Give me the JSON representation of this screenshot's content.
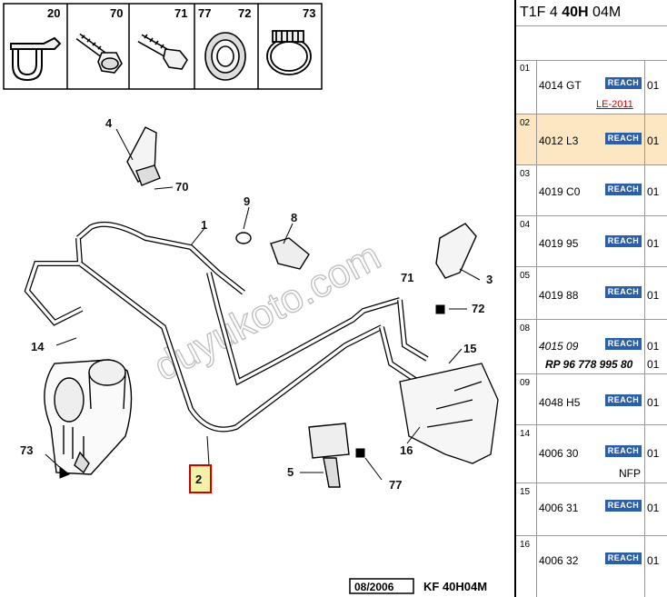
{
  "header": {
    "part1": "T1F 4 ",
    "part2": "40H",
    "part3": " 04M"
  },
  "strip": [
    {
      "num": "20",
      "icon": "clip-icon"
    },
    {
      "num": "70",
      "icon": "bolt-icon"
    },
    {
      "num": "71",
      "icon": "screw-icon"
    },
    {
      "num": "77",
      "icon": ""
    },
    {
      "num": "72",
      "icon": "seal-ring-icon"
    },
    {
      "num": "73",
      "icon": "hose-clamp-icon"
    }
  ],
  "callouts": {
    "c1": "1",
    "c2": "2",
    "c3": "3",
    "c4": "4",
    "c5": "5",
    "c8": "8",
    "c9": "9",
    "c14": "14",
    "c15": "15",
    "c16": "16",
    "c70": "70",
    "c71": "71",
    "c72": "72",
    "c73": "73",
    "c77": "77"
  },
  "highlight_color": "#cc0000",
  "watermark": "duyukoto.com",
  "footer": {
    "date": "08/2006",
    "code": "KF 40H04M"
  },
  "parts": [
    {
      "idx": "01",
      "ref": "4014 GT",
      "badge": "REACH",
      "qty": "01",
      "extra": "LE-2011"
    },
    {
      "idx": "02",
      "ref": "4012 L3",
      "badge": "REACH",
      "qty": "01",
      "selected": true
    },
    {
      "idx": "03",
      "ref": "4019 C0",
      "badge": "REACH",
      "qty": "01"
    },
    {
      "idx": "04",
      "ref": "4019 95",
      "badge": "REACH",
      "qty": "01"
    },
    {
      "idx": "05",
      "ref": "4019 88",
      "badge": "REACH",
      "qty": "01"
    },
    {
      "idx": "08",
      "ref": "4015 09",
      "badge": "REACH",
      "qty": "01",
      "extra": "RP 96 778 995 80",
      "extra_qty": "01"
    },
    {
      "idx": "09",
      "ref": "4048 H5",
      "badge": "REACH",
      "qty": "01"
    },
    {
      "idx": "14",
      "ref": "4006 30",
      "badge": "REACH",
      "qty": "01",
      "extra": "NFP"
    },
    {
      "idx": "15",
      "ref": "4006 31",
      "badge": "REACH",
      "qty": "01"
    },
    {
      "idx": "16",
      "ref": "4006 32",
      "badge": "REACH",
      "qty": "01"
    }
  ],
  "colors": {
    "reach_badge": "#2d5fa8",
    "selected_row": "#fde7c3",
    "link_red": "#cc0000"
  }
}
